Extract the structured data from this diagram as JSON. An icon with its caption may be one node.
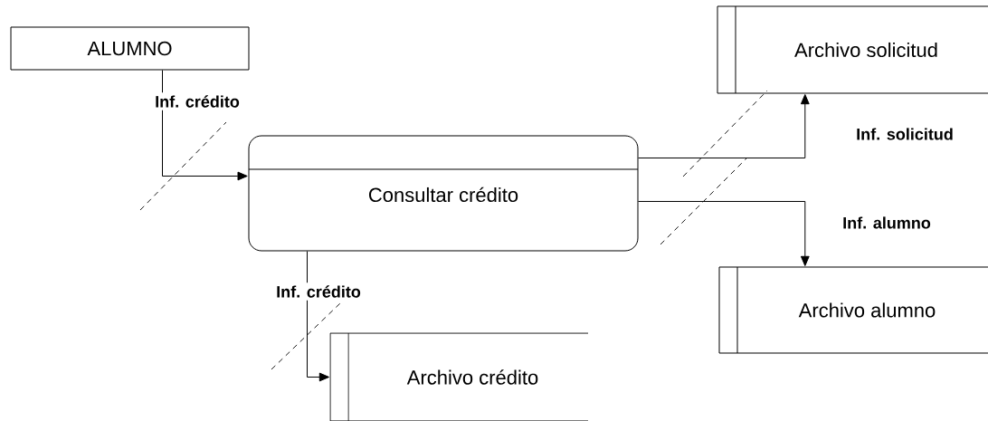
{
  "diagram": {
    "nodes": [
      {
        "text": [
          "ALUMNO"
        ]
      },
      {
        "text": [
          "Consultar crédito"
        ]
      },
      {
        "text": [
          "Archivo solicitud"
        ]
      },
      {
        "text": [
          "Archivo alumno"
        ]
      },
      {
        "text": [
          "Archivo crédito"
        ]
      }
    ],
    "edges": [
      {
        "from": 0,
        "to": 1,
        "arrow": "to",
        "label": "Inf. crédito"
      },
      {
        "from": 1,
        "to": 2,
        "arrow": "to",
        "label": "Inf. solicitud"
      },
      {
        "from": 1,
        "to": 3,
        "arrow": "to",
        "label": "Inf. alumno"
      },
      {
        "from": 1,
        "to": 4,
        "arrow": "to",
        "label": "Inf. crédito"
      }
    ]
  }
}
